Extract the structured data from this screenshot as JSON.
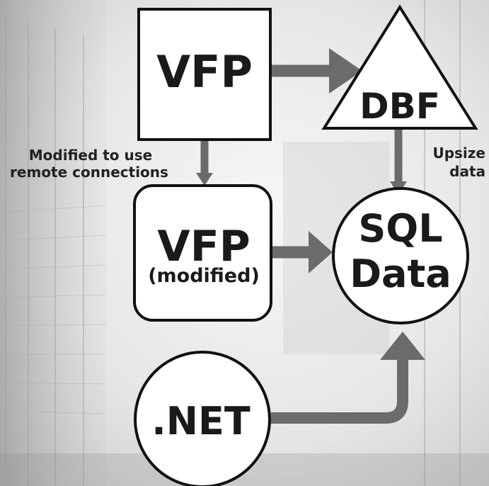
{
  "nodes": {
    "vfp": {
      "label": "VFP"
    },
    "dbf": {
      "label": "DBF"
    },
    "vfp_modified": {
      "label": "VFP",
      "sublabel": "(modified)"
    },
    "sql": {
      "line1": "SQL",
      "line2": "Data"
    },
    "dotnet": {
      "label": ".NET"
    }
  },
  "annotations": {
    "modified_line1": "Modified to use",
    "modified_line2": "remote connections",
    "upsize_line1": "Upsize",
    "upsize_line2": "data"
  },
  "colors": {
    "arrow": "#6b6b6b",
    "shape_fill": "#ffffff",
    "shape_stroke": "#111111",
    "background_light": "#f2f2f2",
    "background_dark": "#9a9a9a"
  }
}
